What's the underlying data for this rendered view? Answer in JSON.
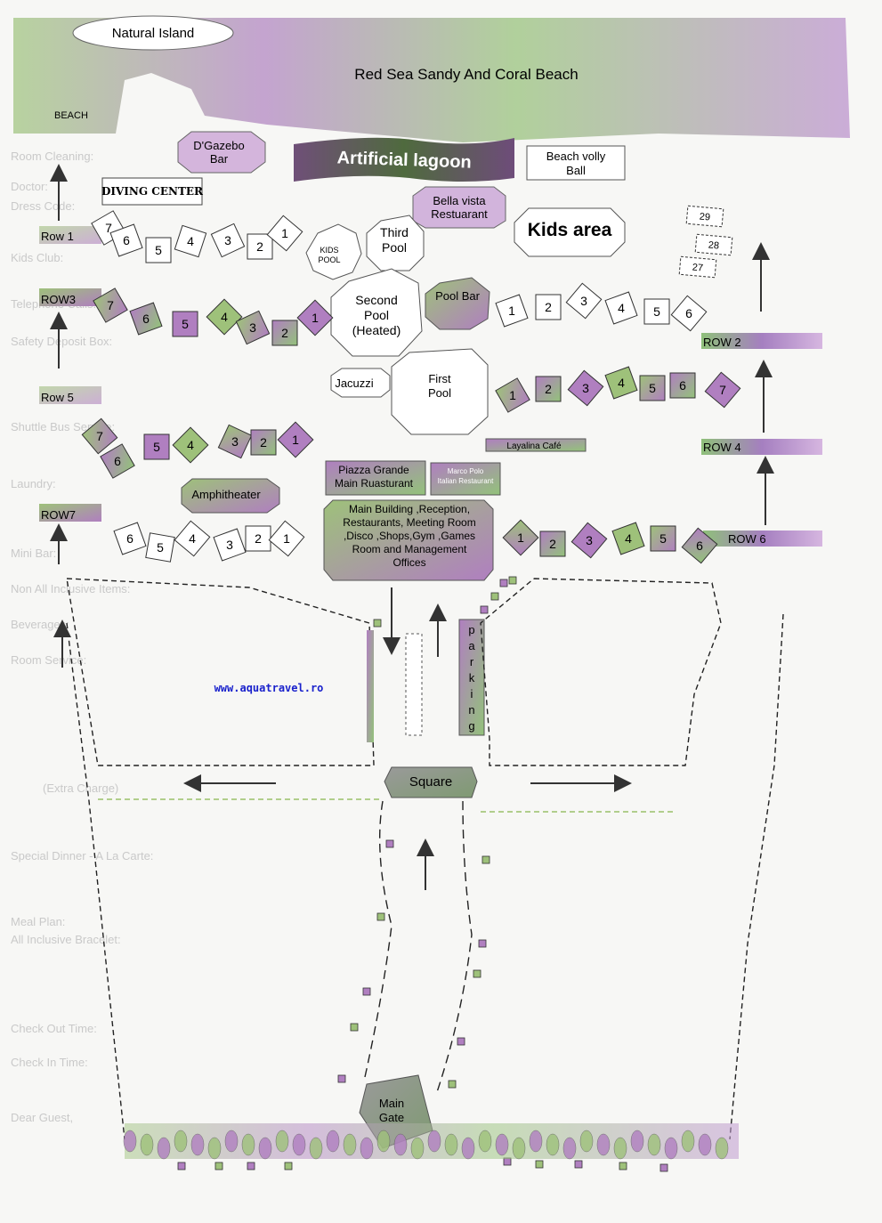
{
  "top": {
    "natural_island": "Natural Island",
    "beach_title": "Red Sea Sandy And Coral Beach",
    "beach_label": "BEACH"
  },
  "venues": {
    "gazebo": "D'Gazebo\nBar",
    "lagoon": "Artificial lagoon",
    "beach_volly": "Beach volly\nBall",
    "diving": "DIVING CENTER",
    "bella": "Bella vista\nRestuarant",
    "kids_area": "Kids area",
    "third_pool": "Third\nPool",
    "kids_pool": "KIDS\nPOOL",
    "second_pool": "Second\nPool\n(Heated)",
    "pool_bar": "Pool Bar",
    "jacuzzi": "Jacuzzi",
    "first_pool": "First\nPool",
    "layalina": "Layalina Café",
    "piazza": "Piazza Grande\nMain Ruasturant",
    "marco": "Marco Polo\nItalian Restaurant",
    "amphi": "Amphitheater",
    "main_building": "Main Building ,Reception,\nRestaurants, Meeting Room\n,Disco ,Shops,Gym ,Games\nRoom and  Management\nOffices",
    "parking": "parking",
    "square": "Square",
    "main_gate": "Main\nGate",
    "website": "www.aquatravel.ro"
  },
  "row_labels": {
    "row1": "Row 1",
    "row3": "ROW3",
    "row5": "Row 5",
    "row7": "ROW7",
    "row2": "ROW 2",
    "row4": "ROW 4",
    "row6": "ROW 6"
  },
  "rooms": {
    "row1": [
      "7",
      "6",
      "5",
      "4",
      "3",
      "2",
      "1"
    ],
    "row3": [
      "7",
      "6",
      "5",
      "4",
      "3",
      "2",
      "1"
    ],
    "row5": [
      "7",
      "6",
      "5",
      "4",
      "3",
      "2",
      "1"
    ],
    "row7": [
      "6",
      "5",
      "4",
      "3",
      "2",
      "1"
    ],
    "row2": [
      "1",
      "2",
      "3",
      "4",
      "5",
      "6"
    ],
    "row4": [
      "1",
      "2",
      "3",
      "4",
      "5",
      "6",
      "7"
    ],
    "row6": [
      "1",
      "2",
      "3",
      "4",
      "5",
      "6"
    ],
    "kids": [
      "29",
      "28",
      "27"
    ]
  },
  "background_text": [
    "Room Cleaning:",
    "Doctor:",
    "Dress Code:",
    "Kids Club:",
    "Telephone Calls:",
    "Safety Deposit Box:",
    "Shuttle Bus Service:",
    "Laundry:",
    "Mini Bar:",
    "Non All Inclusive Items:",
    "Beverages:",
    "Room Service:",
    "(Extra Charge)",
    "Special Dinner - A La Carte:",
    "Meal Plan:",
    "All Inclusive Bracelet:",
    "Check Out Time:",
    "Check In Time:",
    "Dear Guest,"
  ],
  "colors": {
    "green": "#9ec17a",
    "purple": "#a778b5",
    "dark_green": "#5f8a4a",
    "mauve": "#c79fc8"
  }
}
